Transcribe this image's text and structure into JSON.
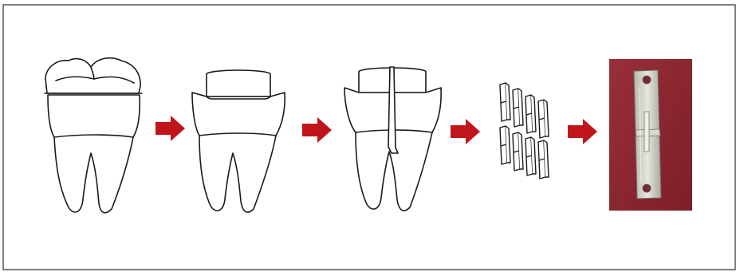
{
  "diagram": {
    "stages": [
      {
        "name": "intact-molar",
        "icon": "tooth-crown-intact"
      },
      {
        "name": "occlusal-enamel-removed",
        "icon": "tooth-flat-dentin"
      },
      {
        "name": "sectioned-tooth",
        "icon": "tooth-sectioned"
      },
      {
        "name": "dentin-sticks",
        "icon": "stick-specimens"
      },
      {
        "name": "stick-on-testing-jig-photo",
        "icon": "microtensile-jig-photo"
      }
    ],
    "arrow_color": "#c0161b",
    "line_color": "#1a1a1a",
    "photo_background": "#8e2a33"
  }
}
